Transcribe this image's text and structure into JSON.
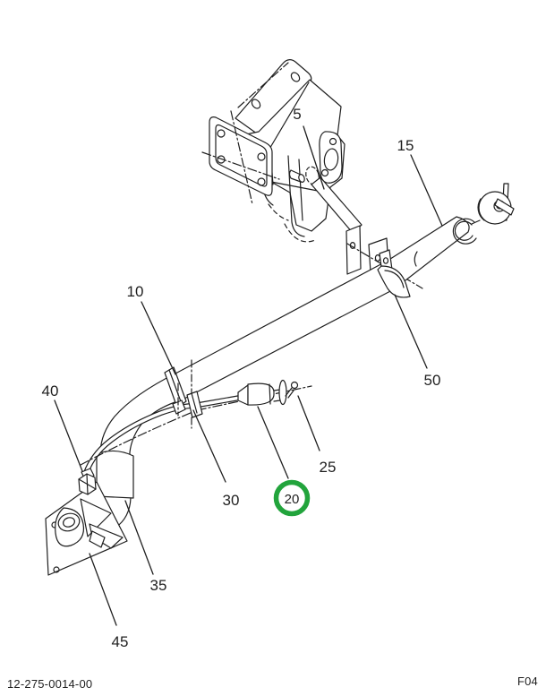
{
  "figure": {
    "type": "exploded-parts-diagram",
    "description": "Oil level gauge / filler tube assembly exploded view with numbered callouts",
    "footer_left": "12-275-0014-00",
    "footer_right": "F04",
    "line_color": "#1f1f1f",
    "background": "#ffffff",
    "highlight": {
      "part": "20",
      "color": "#22a43c"
    },
    "callouts": {
      "c5": "5",
      "c10": "10",
      "c15": "15",
      "c20": "20",
      "c25": "25",
      "c30": "30",
      "c35": "35",
      "c40": "40",
      "c45": "45",
      "c50": "50"
    }
  }
}
